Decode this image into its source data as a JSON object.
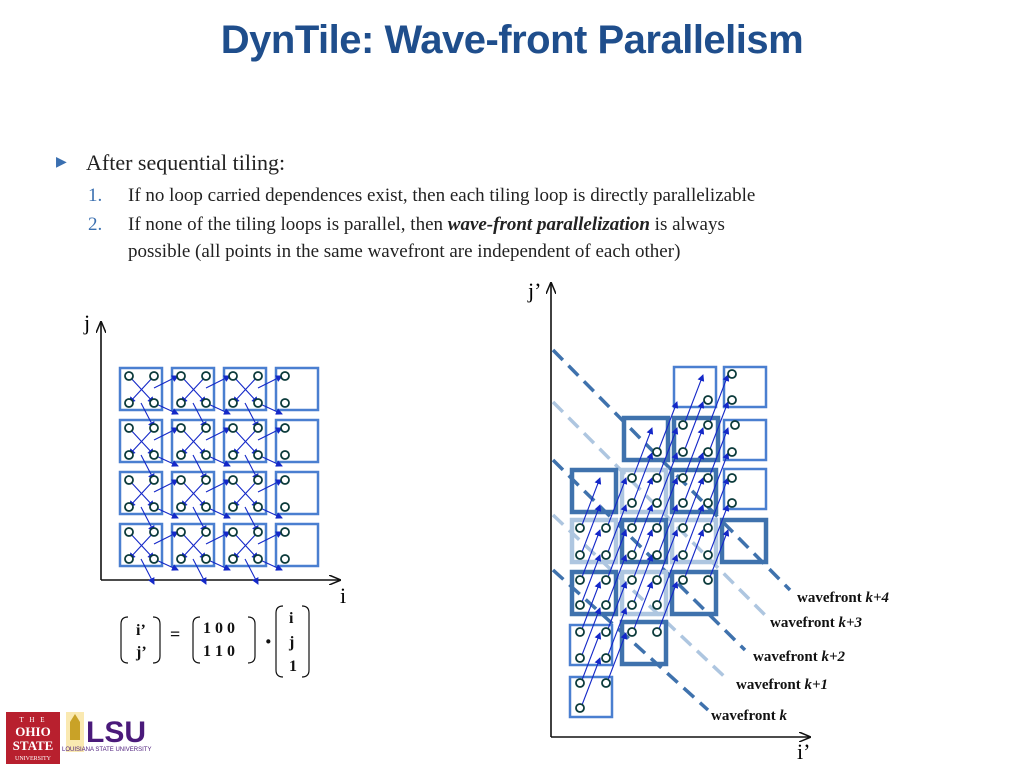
{
  "title": "DynTile: Wave-front Parallelism",
  "bullet": {
    "text": "After sequential tiling:",
    "items": [
      {
        "num": "1.",
        "text": "If  no loop carried dependences exist, then each tiling loop is directly parallelizable"
      },
      {
        "num": "2.",
        "pre": "If  none of the tiling loops  is parallel, then ",
        "emph": "wave-front parallelization",
        "post": " is always",
        "line2": "possible (all points in the same wavefront are independent of each other)"
      }
    ]
  },
  "left_diagram": {
    "axis_y": "j",
    "axis_x": "i"
  },
  "right_diagram": {
    "axis_y": "j’",
    "axis_x": "i’",
    "wavefronts": [
      {
        "prefix": "wavefront ",
        "k": "k+4"
      },
      {
        "prefix": "wavefront ",
        "k": "k+3"
      },
      {
        "prefix": "wavefront ",
        "k": "k+2"
      },
      {
        "prefix": "wavefront ",
        "k": "k+1"
      },
      {
        "prefix": "wavefront ",
        "k": "k"
      }
    ]
  },
  "matrix": {
    "lhs": [
      "i’",
      "j’"
    ],
    "eq": "=",
    "m_rows": [
      "1 0 0",
      "1 1 0"
    ],
    "dot": "·",
    "rhs": [
      "i",
      "j",
      "1"
    ]
  },
  "logos": {
    "ohio_state": "THE OHIO STATE UNIVERSITY",
    "lsu": "LSU",
    "lsu_sub": "LOUISIANA STATE UNIVERSITY"
  },
  "colors": {
    "title": "#1f4e8c",
    "accent": "#3a6fb0",
    "tile": "#4a7fd0",
    "arrow": "#1428c8",
    "wf_dark": "#3f72ad",
    "wf_light": "#aec6e0"
  }
}
